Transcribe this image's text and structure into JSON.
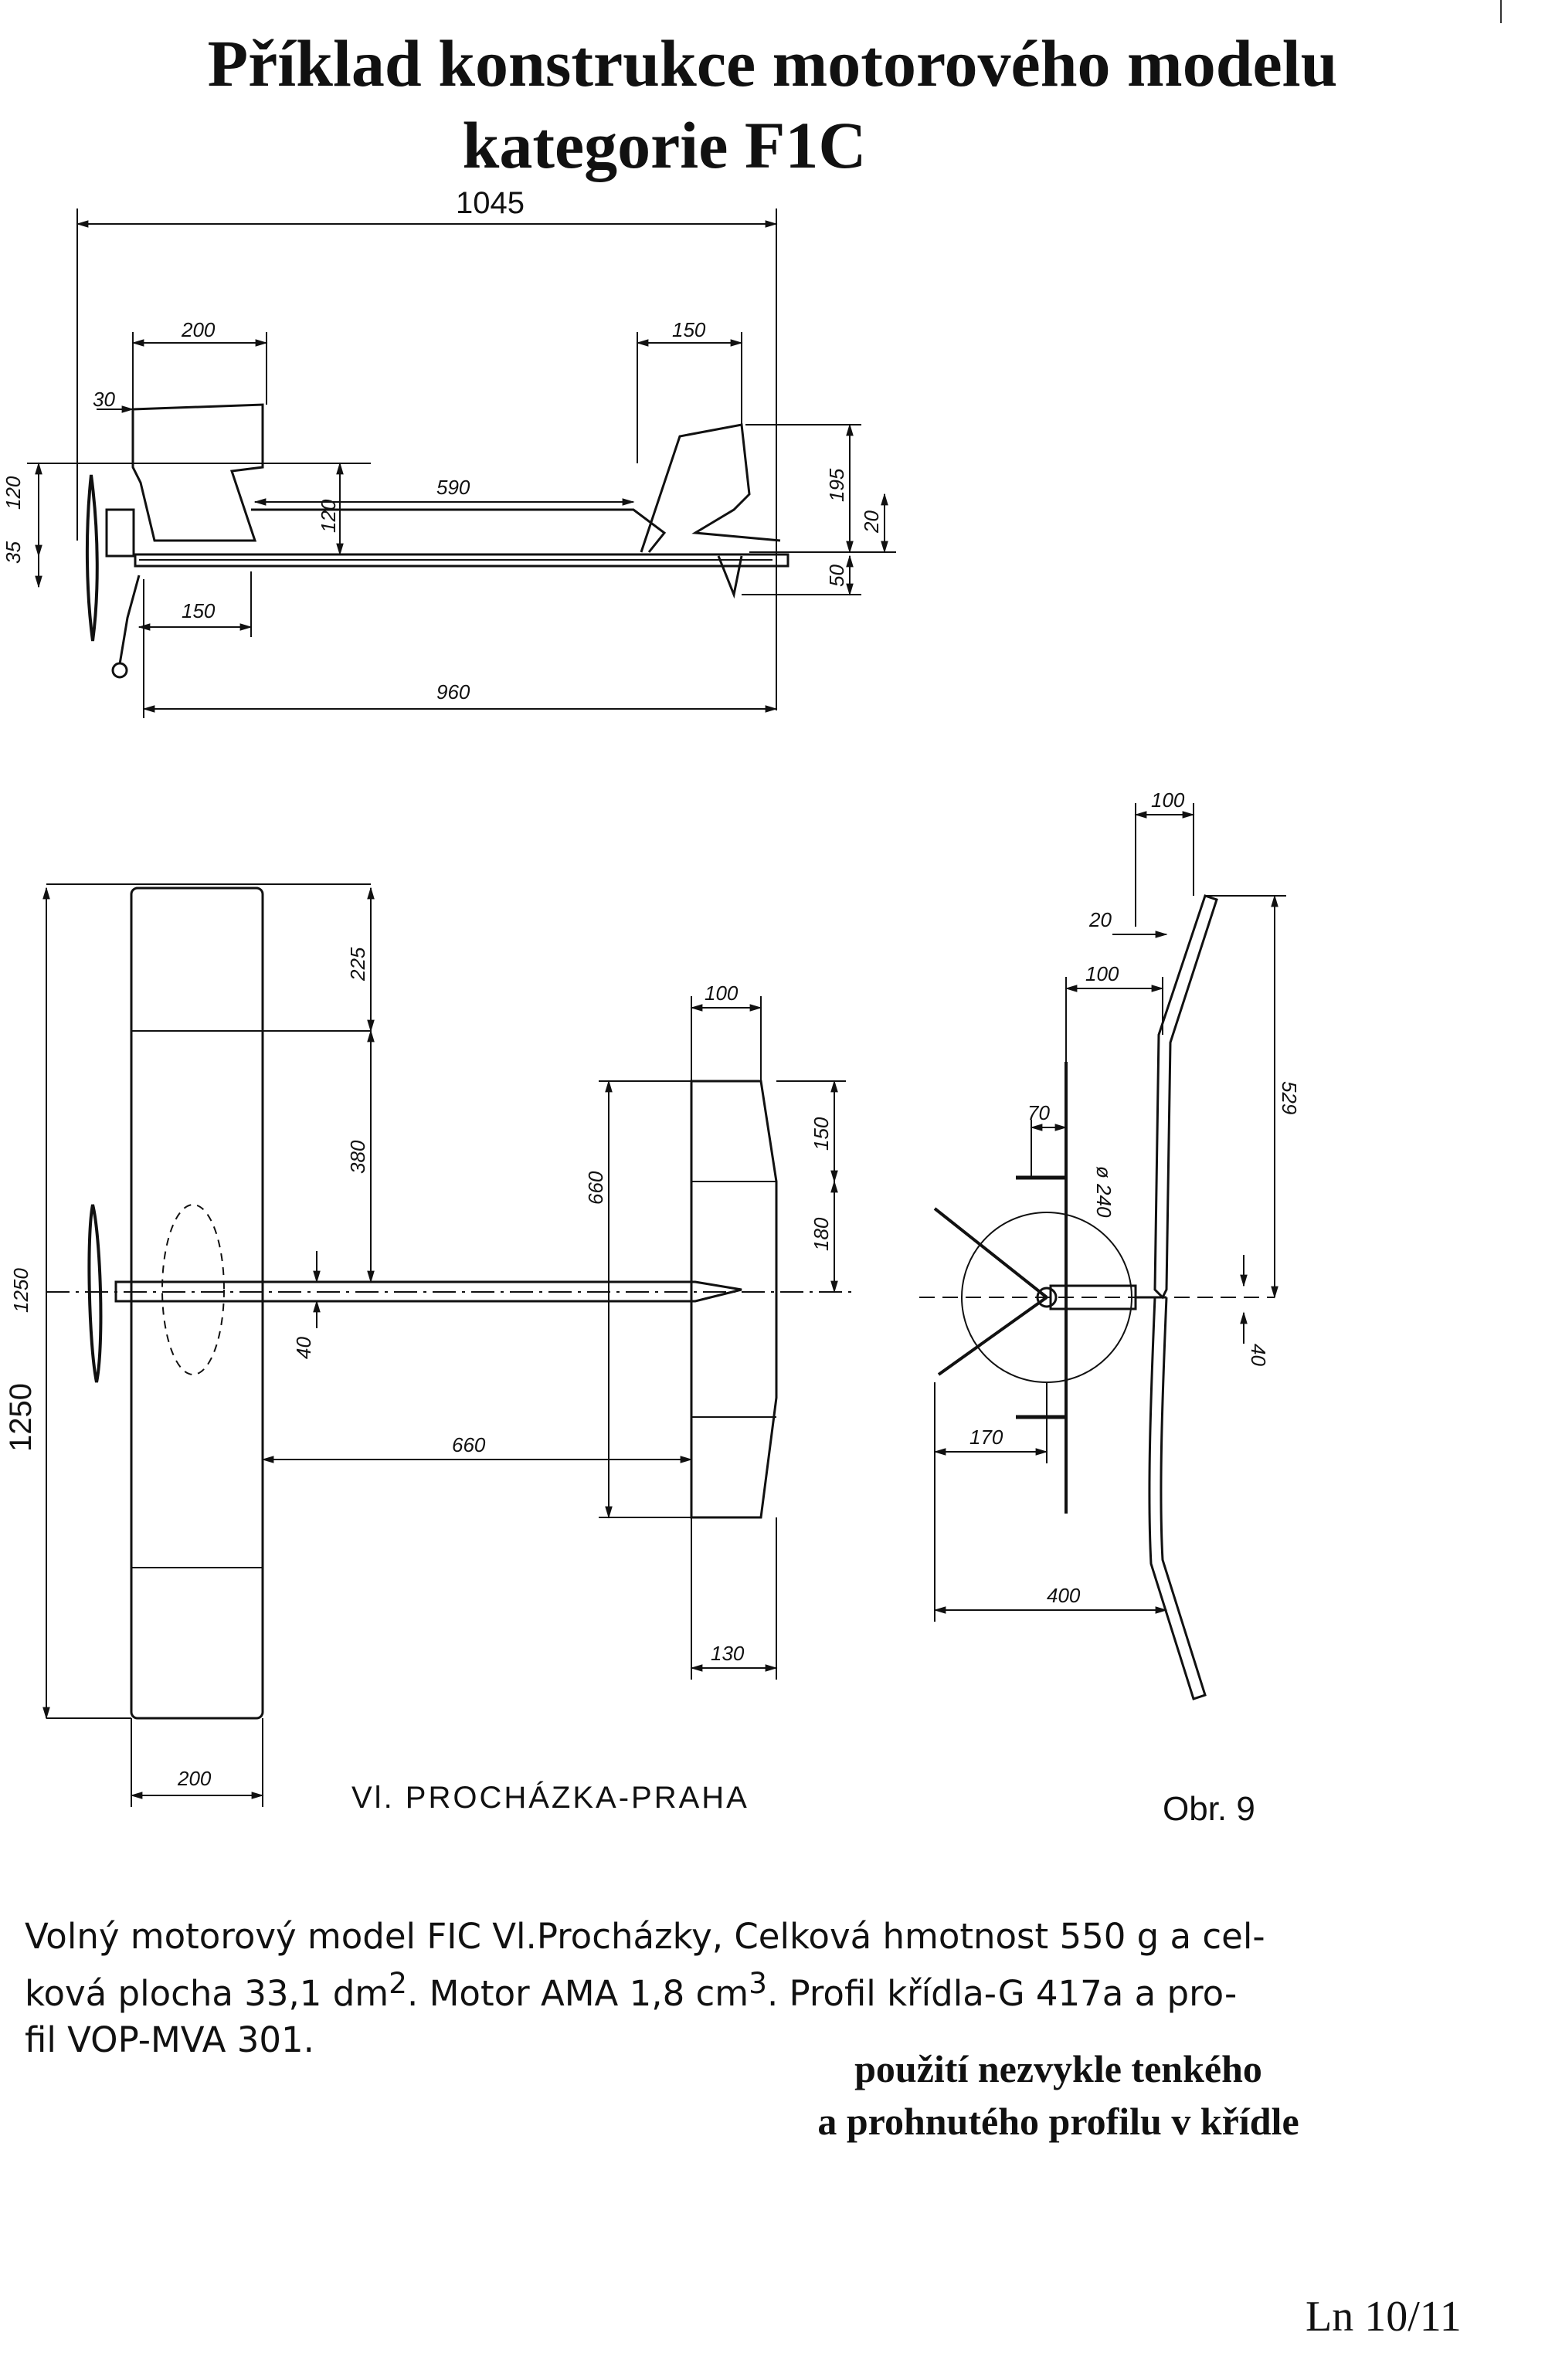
{
  "title": {
    "line1": "Příklad konstrukce motorového modelu",
    "line2": "kategorie F1C"
  },
  "dimensions": {
    "side": {
      "overall_length": "1045",
      "cabane_width": "200",
      "fin_width": "150",
      "prop_offset": "30",
      "pylon_height": "120",
      "nose_height_120": "120",
      "nose_35": "35",
      "tail_span": "590",
      "stab_height": "195",
      "stab_20": "20",
      "stab_50": "50",
      "nose_150": "150",
      "wing_to_tail": "960"
    },
    "top": {
      "wingspan_vertical": "1250",
      "wingspan_inner": "1250",
      "tip_225": "225",
      "center_380": "380",
      "tail_arm_660v": "660",
      "stab_chord": "100",
      "stab_150": "150",
      "stab_180": "180",
      "offset_40": "40",
      "tail_arm_660h": "660",
      "stab_130": "130",
      "wing_chord": "200"
    },
    "front": {
      "top_100": "100",
      "dihedral_20": "20",
      "offset_100": "100",
      "dihedral_529": "529",
      "fin_70": "70",
      "prop_240": "ø 240",
      "offset_40": "40",
      "fin_170": "170",
      "half_400": "400"
    }
  },
  "author": "Vl. PROCHÁZKA-PRAHA",
  "figure_label": "Obr. 9",
  "caption": {
    "line1": "Volný motorový model FIC Vl.Procházky, Celková hmotnost 550 g a cel-",
    "line2a": "ková plocha 33,1 dm",
    "sup1": "2",
    "line2b": ". Motor AMA 1,8 cm",
    "sup2": "3",
    "line2c": ". Profil křídla-G 417a  a pro-",
    "line3": "fil  VOP-MVA  301."
  },
  "note": {
    "line1": "použití nezvykle tenkého",
    "line2": "a prohnutého profilu v křídle"
  },
  "page_number": "Ln 10/11"
}
